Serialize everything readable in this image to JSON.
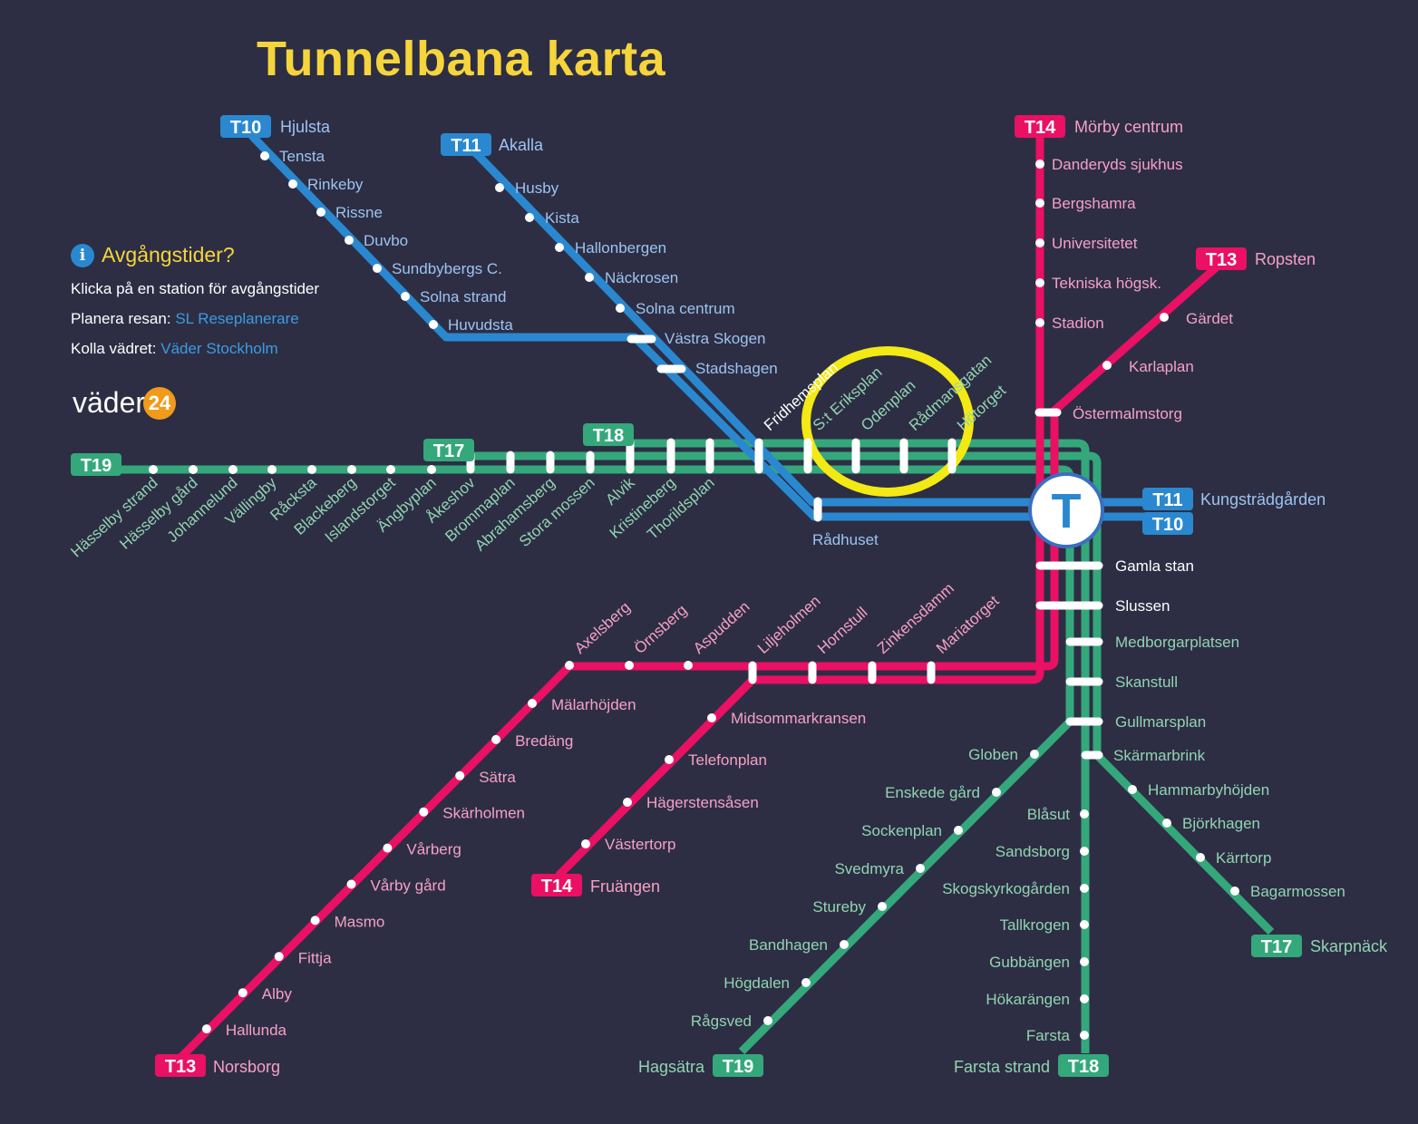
{
  "title": "Tunnelbana karta",
  "info": {
    "heading": "Avgångstider?",
    "icon": "info-icon",
    "line1": "Klicka på en station för avgångstider",
    "plan_label": "Planera resan:",
    "plan_link": "SL Reseplanerare",
    "weather_label": "Kolla vädret:",
    "weather_link": "Väder Stockholm"
  },
  "logo": {
    "text": "väder",
    "badge": "24"
  },
  "colors": {
    "blue": "#2a88d0",
    "pink": "#ea1064",
    "green": "#34a87b",
    "highlight": "#f3e914",
    "background": "#2d2e44"
  },
  "central_station": "T",
  "terminals": {
    "hjulsta": {
      "line": "T10",
      "name": "Hjulsta"
    },
    "akalla": {
      "line": "T11",
      "name": "Akalla"
    },
    "morby": {
      "line": "T14",
      "name": "Mörby centrum"
    },
    "ropsten": {
      "line": "T13",
      "name": "Ropsten"
    },
    "kungstradgarden": {
      "line": "T11",
      "line2": "T10",
      "name": "Kungsträdgården"
    },
    "norsborg": {
      "line": "T13",
      "name": "Norsborg"
    },
    "fruangen": {
      "line": "T14",
      "name": "Fruängen"
    },
    "hagsatra": {
      "line": "T19",
      "name": "Hagsätra"
    },
    "farsta_strand": {
      "line": "T18",
      "name": "Farsta strand"
    },
    "skarpnack": {
      "line": "T17",
      "name": "Skarpnäck"
    },
    "west_t19": {
      "line": "T19"
    },
    "west_t17": {
      "line": "T17"
    },
    "west_t18": {
      "line": "T18"
    }
  },
  "stations": {
    "t10_branch": [
      "Tensta",
      "Rinkeby",
      "Rissne",
      "Duvbo",
      "Sundbybergs C.",
      "Solna strand",
      "Huvudsta"
    ],
    "t11_branch": [
      "Husby",
      "Kista",
      "Hallonbergen",
      "Näckrosen",
      "Solna centrum"
    ],
    "blue_shared": [
      "Västra Skogen",
      "Stadshagen",
      "Rådhuset"
    ],
    "green_west": [
      "Hässelby strand",
      "Hässelby gård",
      "Johannelund",
      "Vällingby",
      "Råcksta",
      "Blackeberg",
      "Islandstorget",
      "Ängbyplan",
      "Åkeshov",
      "Brommaplan",
      "Abrahamsberg",
      "Stora mossen",
      "Alvik",
      "Kristineberg",
      "Thorildsplan"
    ],
    "green_center": [
      "Fridhemsplan",
      "S:t Eriksplan",
      "Odenplan",
      "Rådmansgatan",
      "Hötorget"
    ],
    "t14_north": [
      "Danderyds sjukhus",
      "Bergshamra",
      "Universitetet",
      "Tekniska högsk.",
      "Stadion"
    ],
    "t13_north": [
      "Gärdet",
      "Karlaplan"
    ],
    "red_shared": [
      "Östermalmstorg"
    ],
    "central": [
      "Gamla stan",
      "Slussen",
      "Medborgarplatsen",
      "Skanstull",
      "Gullmarsplan",
      "Skärmarbrink"
    ],
    "pink_west": [
      "Axelsberg",
      "Örnsberg",
      "Aspudden",
      "Liljeholmen",
      "Hornstull",
      "Zinkensdamm",
      "Mariatorget"
    ],
    "t13_south": [
      "Mälarhöjden",
      "Bredäng",
      "Sätra",
      "Skärholmen",
      "Vårberg",
      "Vårby gård",
      "Masmo",
      "Fittja",
      "Alby",
      "Hallunda"
    ],
    "t14_south": [
      "Midsommarkransen",
      "Telefonplan",
      "Hägerstensåsen",
      "Västertorp"
    ],
    "t19_south": [
      "Globen",
      "Enskede gård",
      "Sockenplan",
      "Svedmyra",
      "Stureby",
      "Bandhagen",
      "Högdalen",
      "Rågsved"
    ],
    "t18_south": [
      "Blåsut",
      "Sandsborg",
      "Skogskyrkogården",
      "Tallkrogen",
      "Gubbängen",
      "Hökarängen",
      "Farsta"
    ],
    "t17_south": [
      "Hammarbyhöjden",
      "Björkhagen",
      "Kärrtorp",
      "Bagarmossen"
    ]
  }
}
